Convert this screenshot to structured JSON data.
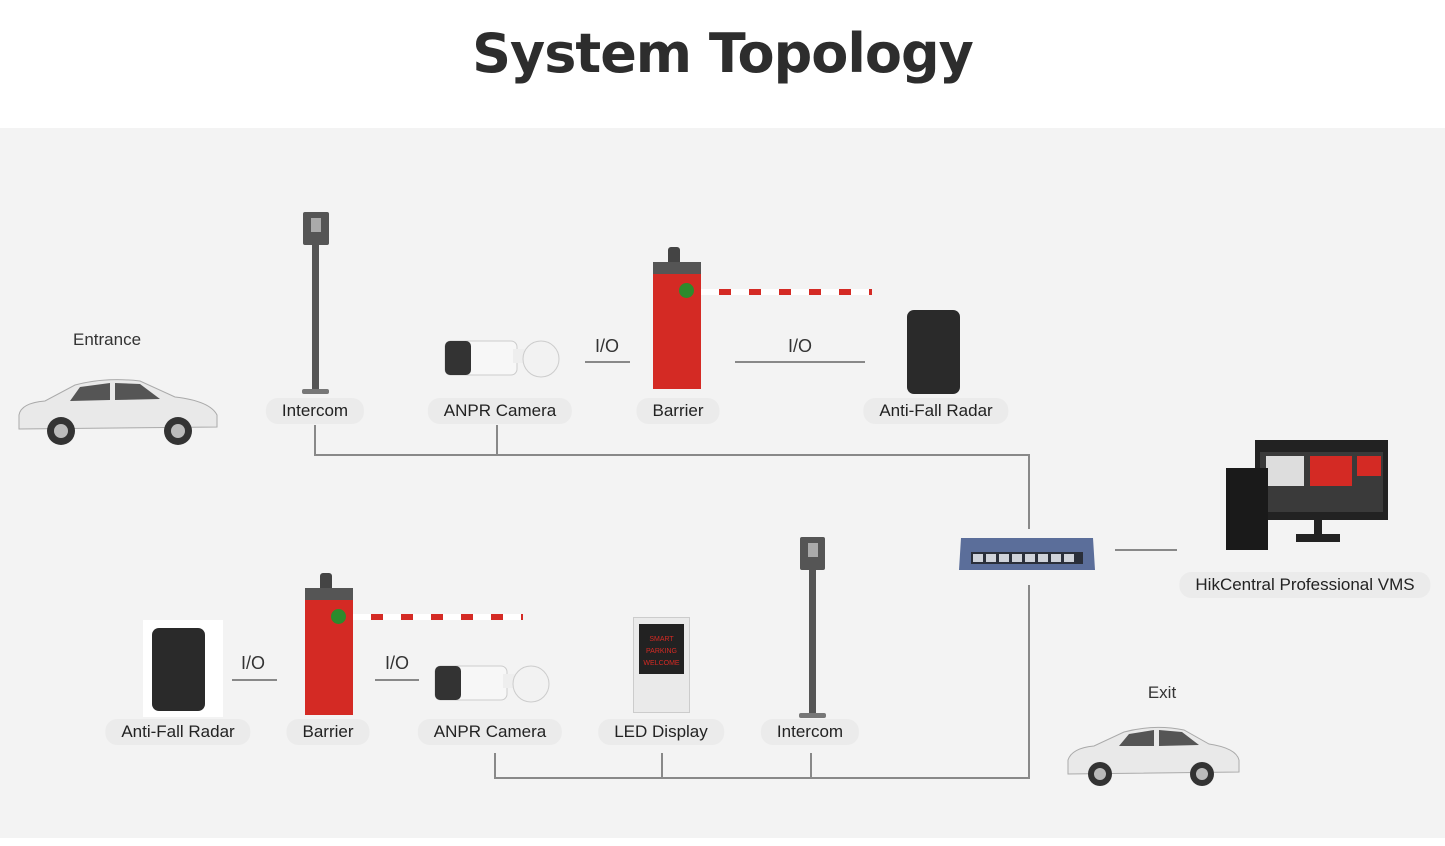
{
  "title": "System Topology",
  "entrance": {
    "label": "Entrance",
    "devices": [
      "Intercom",
      "ANPR Camera",
      "Barrier",
      "Anti-Fall Radar"
    ],
    "io_labels": [
      "I/O",
      "I/O"
    ]
  },
  "exit": {
    "label": "Exit",
    "devices": [
      "Anti-Fall Radar",
      "Barrier",
      "ANPR Camera",
      "LED Display",
      "Intercom"
    ],
    "io_labels": [
      "I/O",
      "I/O"
    ],
    "led_text": [
      "SMART PARKING",
      "WELCOME"
    ]
  },
  "vms": {
    "label": "HikCentral Professional VMS"
  },
  "colors": {
    "barrier": "#d42a24",
    "line": "#888888",
    "panel": "#f3f3f3",
    "label_pill": "#ebebeb",
    "switch": "#5b6e9a"
  }
}
